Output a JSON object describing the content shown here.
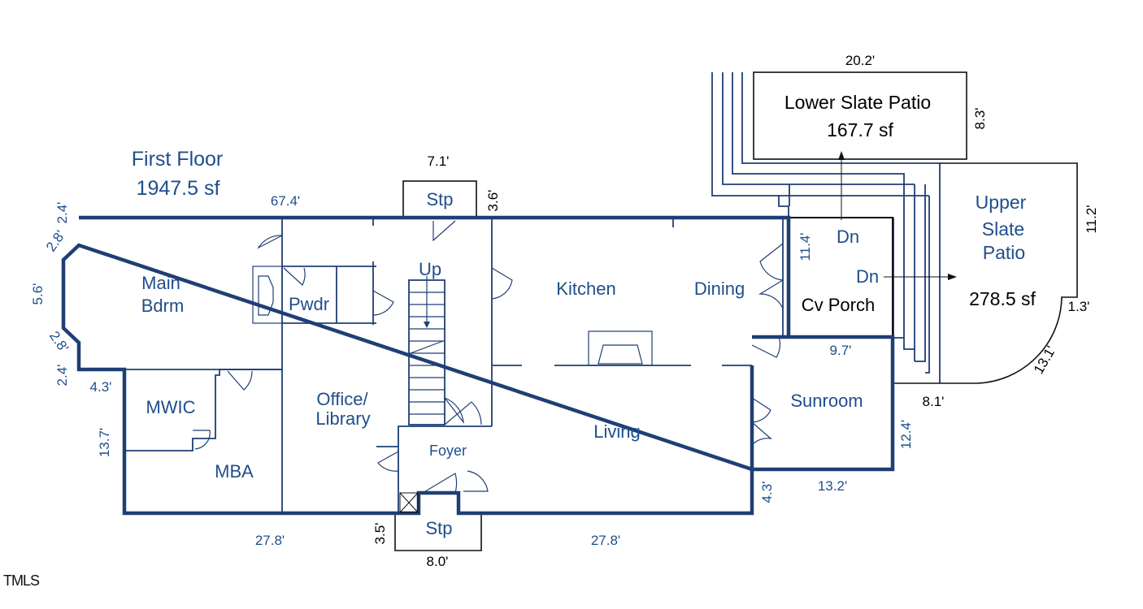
{
  "floor": {
    "name": "First Floor",
    "area": "1947.5 sf"
  },
  "rooms": {
    "main_bdrm_1": "Main",
    "main_bdrm_2": "Bdrm",
    "pwdr": "Pwdr",
    "up": "Up",
    "kitchen": "Kitchen",
    "dining": "Dining",
    "office_1": "Office/",
    "office_2": "Library",
    "mwic": "MWIC",
    "mba": "MBA",
    "foyer": "Foyer",
    "living": "Living",
    "sunroom": "Sunroom",
    "stp_top": "Stp",
    "stp_bottom": "Stp",
    "cv_porch": "Cv Porch",
    "dn_1": "Dn",
    "dn_2": "Dn"
  },
  "patios": {
    "lower_name": "Lower Slate Patio",
    "lower_area": "167.7 sf",
    "upper_name_1": "Upper",
    "upper_name_2": "Slate",
    "upper_name_3": "Patio",
    "upper_area": "278.5 sf"
  },
  "dimensions": {
    "top_wall": "67.4'",
    "stp_top_width": "7.1'",
    "stp_top_depth": "3.6'",
    "bay_top": "2.4'",
    "bay_diag_top": "2.8'",
    "bay_side": "5.6'",
    "bay_diag_bottom": "2.8'",
    "bay_bottom": "2.4'",
    "mwic_width": "4.3'",
    "mba_side": "13.7'",
    "bottom_left": "27.8'",
    "stp_bottom_depth": "3.5'",
    "stp_bottom_width": "8.0'",
    "bottom_right": "27.8'",
    "porch_side": "11.4'",
    "porch_width": "9.7'",
    "sunroom_side": "12.4'",
    "sunroom_step": "4.3'",
    "sunroom_bottom": "13.2'",
    "lower_width": "20.2'",
    "lower_depth": "8.3'",
    "upper_side": "11.2'",
    "upper_step": "1.3'",
    "upper_arc": "13.1'",
    "upper_bottom": "8.1'"
  },
  "watermark": "TMLS"
}
